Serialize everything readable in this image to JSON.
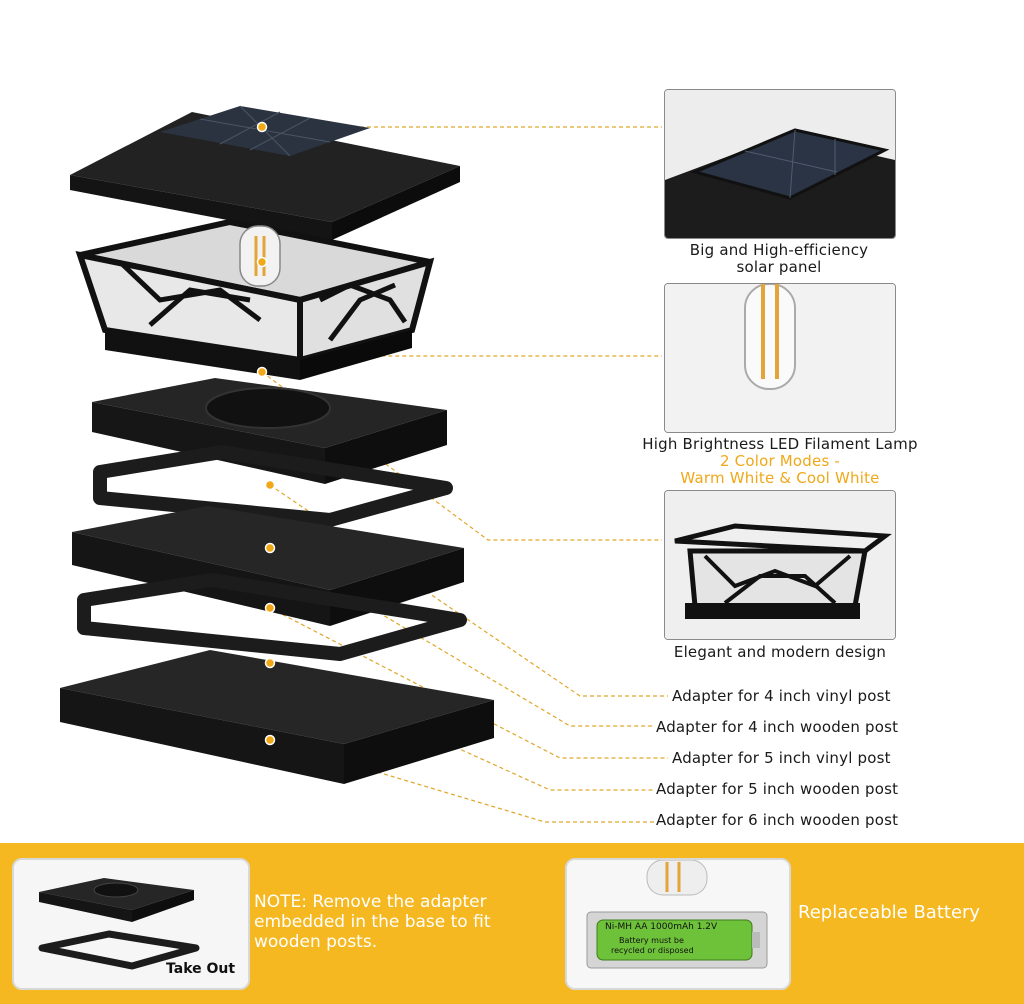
{
  "callouts": {
    "solar_panel": {
      "line1": "Big and High-efficiency",
      "line2": "solar panel"
    },
    "filament": {
      "line1": "High Brightness LED Filament Lamp",
      "line2": "2 Color Modes -",
      "line3": "Warm White & Cool White"
    },
    "design": "Elegant and modern design"
  },
  "adapters": [
    "Adapter for 4 inch vinyl post",
    "Adapter for 4 inch wooden post",
    "Adapter for 5 inch vinyl post",
    "Adapter for 5 inch wooden post",
    "Adapter for 6 inch wooden post"
  ],
  "bottom": {
    "take_out": "Take Out",
    "note": "NOTE: Remove the adapter embedded in the base to fit wooden posts.",
    "battery_label": "Ni-MH AA 1000mAh 1.2V",
    "battery_line2": "Battery must be",
    "battery_line3": "recycled or disposed",
    "replaceable": "Replaceable Battery"
  },
  "colors": {
    "accent": "#f5b821",
    "orange_text": "#f0a818",
    "product": "#1f1f1f",
    "leader": "#e0a62a"
  }
}
